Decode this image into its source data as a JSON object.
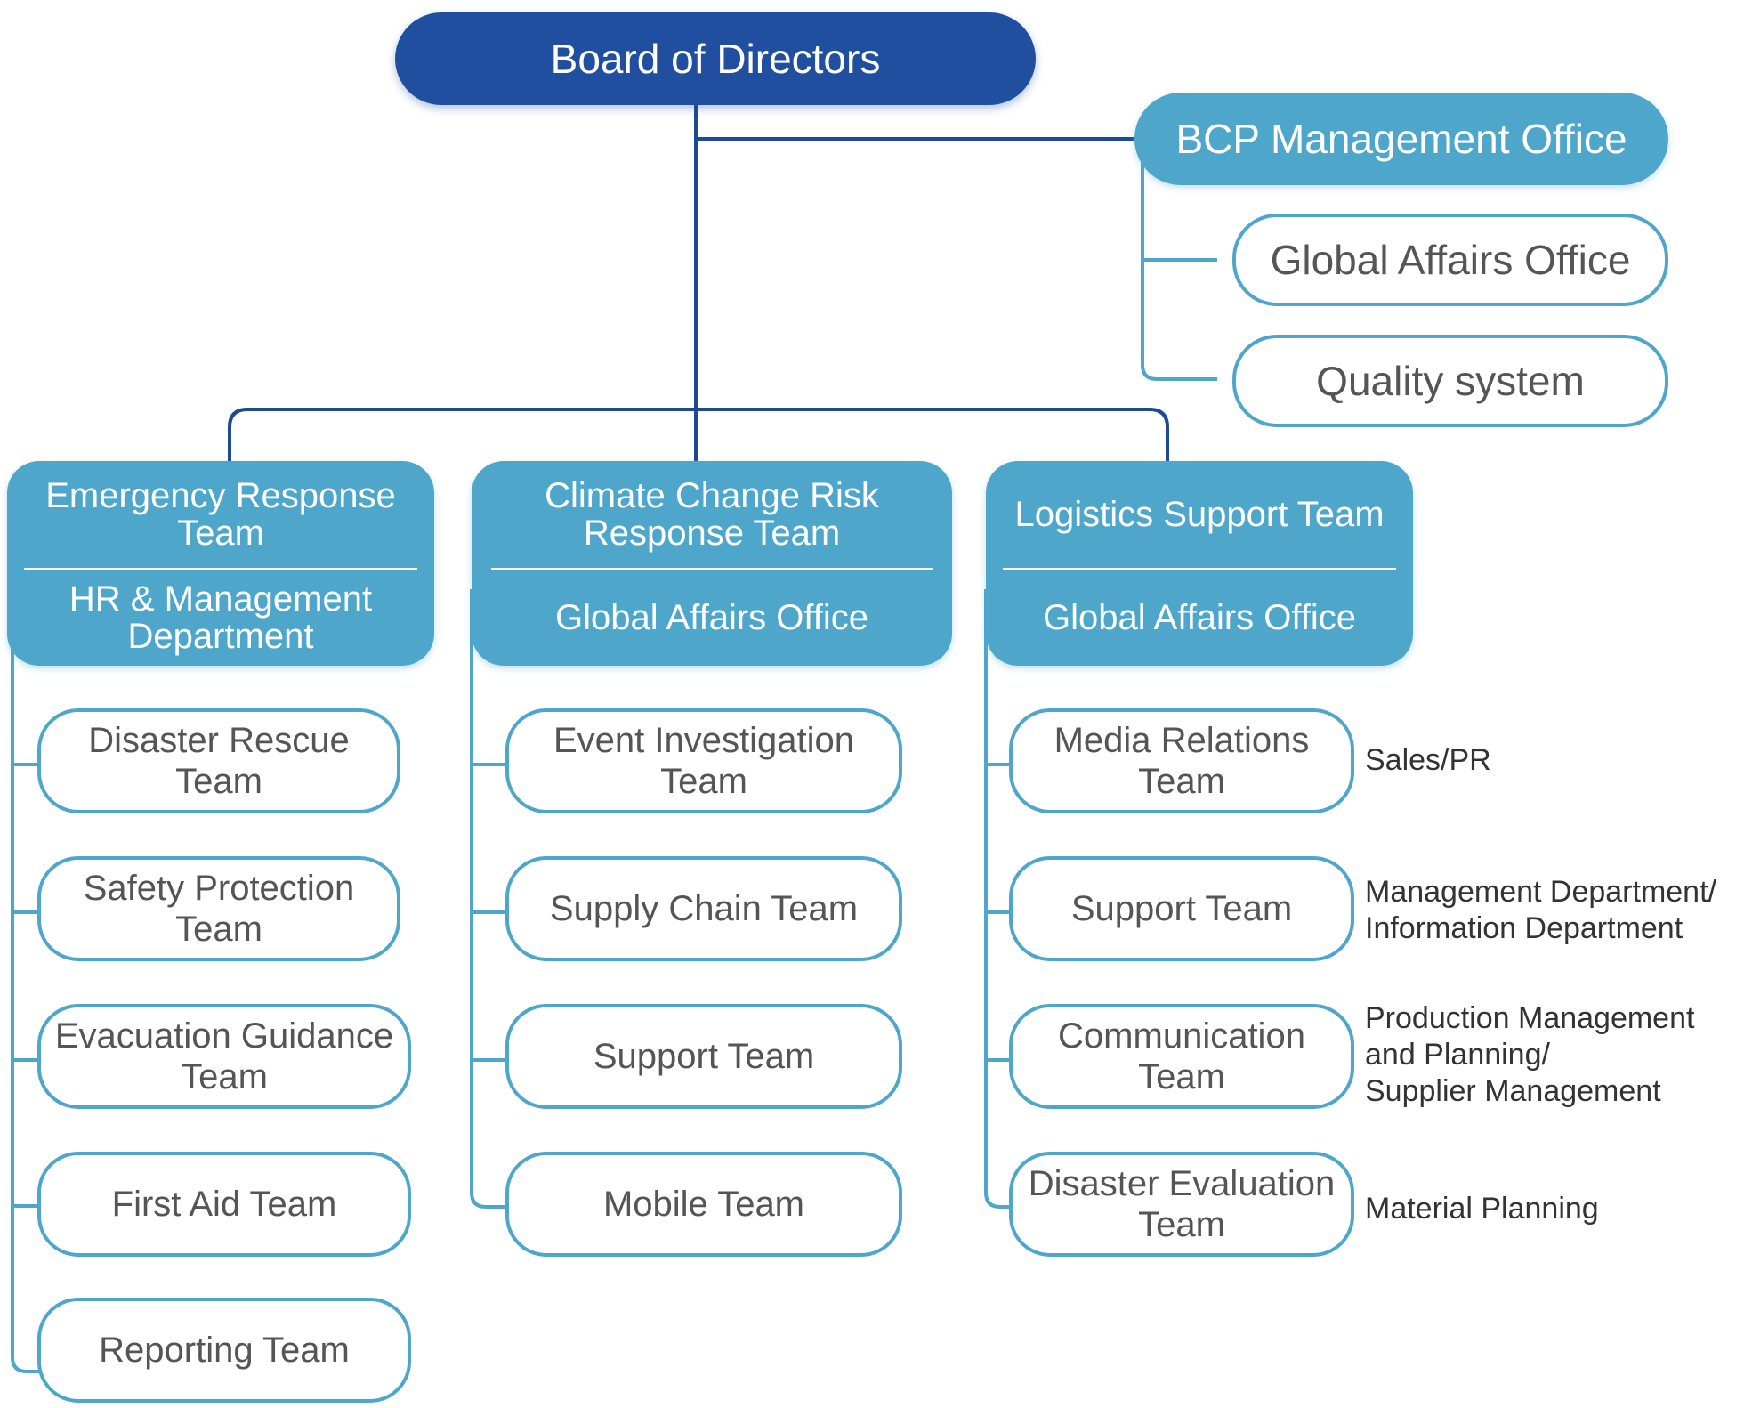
{
  "diagram": {
    "board": "Board of Directors",
    "bcp_office": "BCP Management Office",
    "bcp_children": [
      "Global Affairs Office",
      "Quality system"
    ],
    "teams": [
      {
        "title": "Emergency Response\nTeam",
        "department": "HR & Management\nDepartment",
        "subteams": [
          {
            "name": "Disaster Rescue\nTeam"
          },
          {
            "name": "Safety Protection\nTeam"
          },
          {
            "name": "Evacuation Guidance\nTeam"
          },
          {
            "name": "First Aid Team"
          },
          {
            "name": "Reporting Team"
          }
        ]
      },
      {
        "title": "Climate Change Risk\nResponse Team",
        "department": "Global Affairs Office",
        "subteams": [
          {
            "name": "Event Investigation\nTeam"
          },
          {
            "name": "Supply Chain Team"
          },
          {
            "name": "Support Team"
          },
          {
            "name": "Mobile Team"
          }
        ]
      },
      {
        "title": "Logistics Support Team",
        "department": "Global Affairs Office",
        "subteams": [
          {
            "name": "Media Relations\nTeam",
            "note": "Sales/PR"
          },
          {
            "name": "Support Team",
            "note": "Management Department/\nInformation Department"
          },
          {
            "name": "Communication\nTeam",
            "note": "Production Management\nand Planning/\nSupplier Management"
          },
          {
            "name": "Disaster Evaluation\nTeam",
            "note": "Material Planning"
          }
        ]
      }
    ],
    "colors": {
      "board": "#214f9f",
      "board_line": "#1d4a94",
      "team_accent": "#4ea7cb"
    }
  }
}
